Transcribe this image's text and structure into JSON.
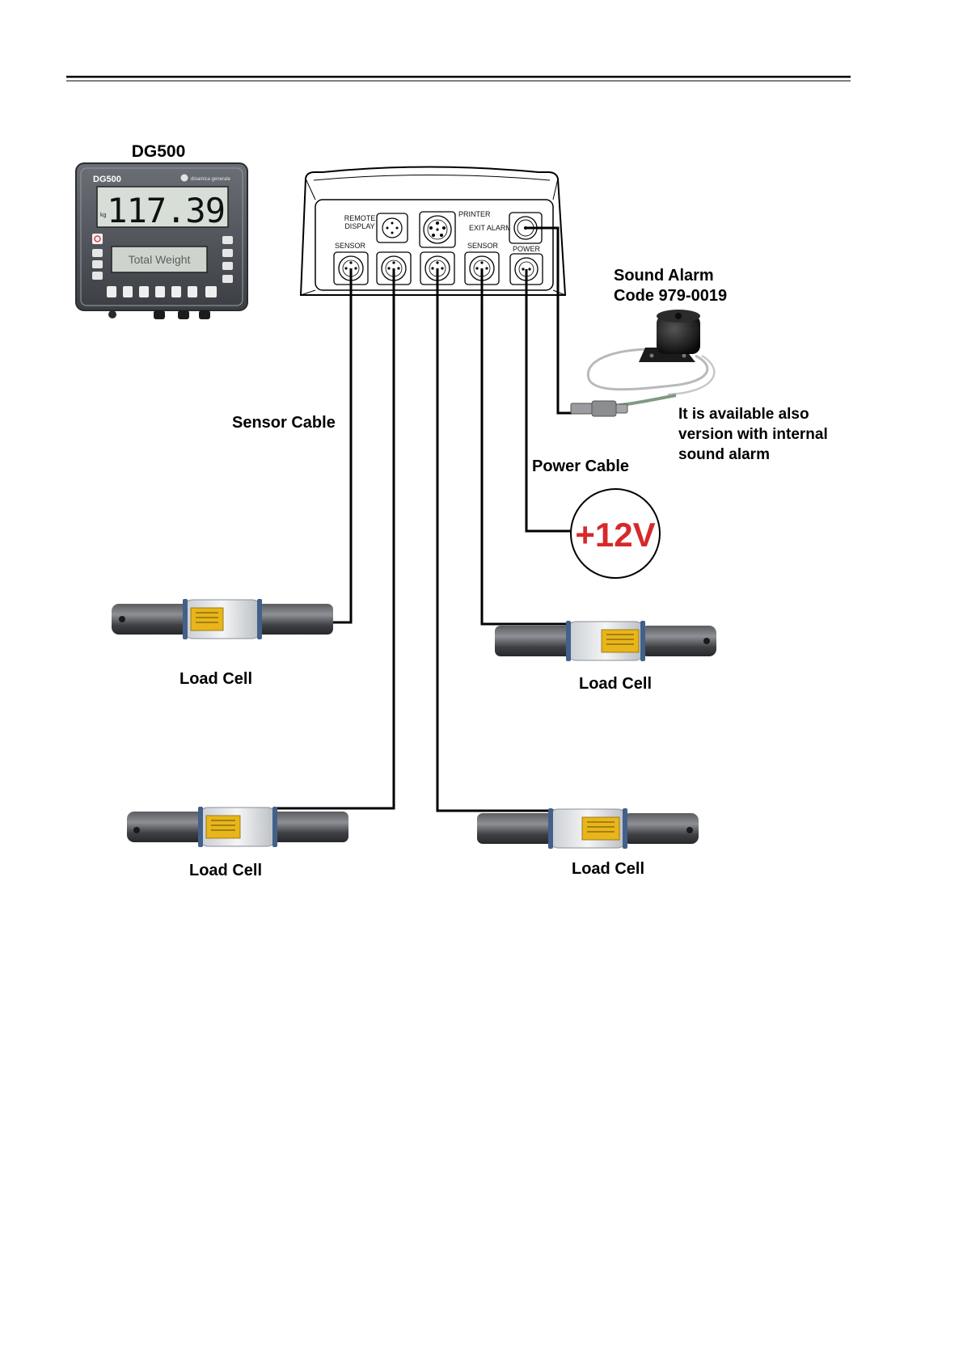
{
  "display": {
    "title": "DG500",
    "brand_label": "DG500",
    "maker": "dinamica generale",
    "reading": "117.39",
    "unit": "kg",
    "message": "Total Weight"
  },
  "junction_box": {
    "remote_display": [
      "REMOTE",
      "DISPLAY"
    ],
    "printer": "PRINTER",
    "exit_alarm": "EXIT ALARM",
    "sensor_left": "SENSOR",
    "sensor_right": "SENSOR",
    "power": "POWER"
  },
  "labels": {
    "sensor_cable": "Sensor Cable",
    "power_cable": "Power Cable",
    "voltage": "+12V",
    "sound_alarm_title": "Sound Alarm",
    "sound_alarm_code": "Code 979-0019",
    "alarm_note": [
      "It is available also",
      "version with internal",
      "sound alarm"
    ]
  },
  "load_cells": [
    {
      "label": "Load Cell"
    },
    {
      "label": "Load Cell"
    },
    {
      "label": "Load Cell"
    },
    {
      "label": "Load Cell"
    }
  ],
  "colors": {
    "power_icon": "#d62a2a",
    "voltage_text": "#d62a2a",
    "lcd": "#d7ded8",
    "cell_label": "#e8b51a"
  }
}
